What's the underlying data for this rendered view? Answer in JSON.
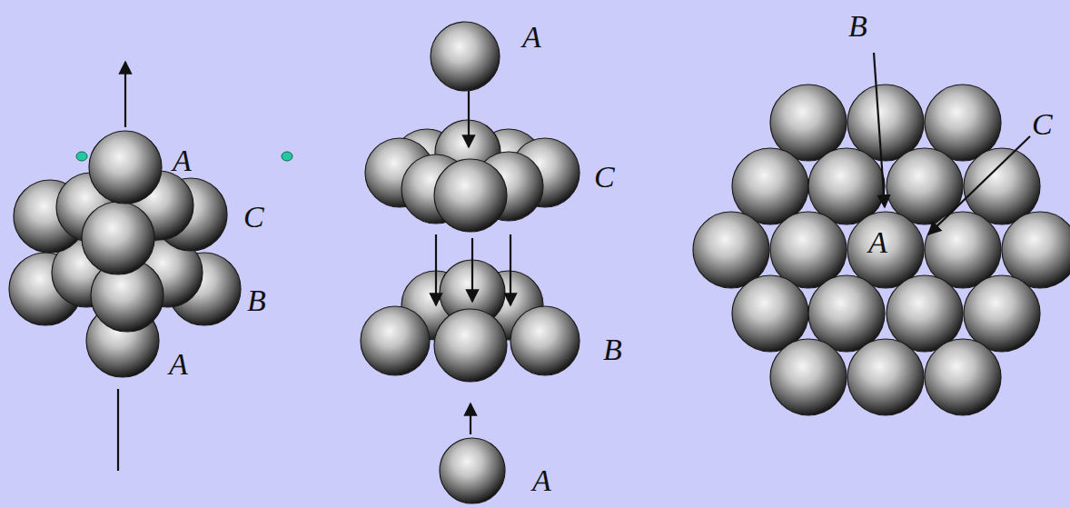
{
  "diagram": {
    "labels": [
      "A",
      "C",
      "B",
      "A",
      "A",
      "C",
      "B",
      "A",
      "B",
      "C",
      "A"
    ]
  }
}
